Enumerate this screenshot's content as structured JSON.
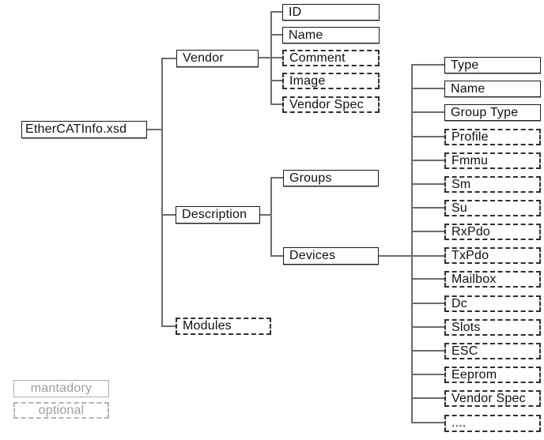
{
  "diagram": {
    "title_implicit": "EtherCATInfo.xsd schema overview",
    "root": {
      "label": "EtherCATInfo.xsd",
      "variant": "mandatory"
    },
    "vendor": {
      "label": "Vendor",
      "variant": "mandatory",
      "children": [
        {
          "label": "ID",
          "variant": "mandatory"
        },
        {
          "label": "Name",
          "variant": "mandatory"
        },
        {
          "label": "Comment",
          "variant": "optional"
        },
        {
          "label": "Image",
          "variant": "optional"
        },
        {
          "label": "Vendor Spec",
          "variant": "optional"
        }
      ]
    },
    "description": {
      "label": "Description",
      "variant": "mandatory",
      "children": [
        {
          "label": "Groups",
          "variant": "mandatory"
        },
        {
          "label": "Devices",
          "variant": "mandatory"
        }
      ]
    },
    "modules": {
      "label": "Modules",
      "variant": "optional"
    },
    "devices_children": [
      {
        "label": "Type",
        "variant": "mandatory"
      },
      {
        "label": "Name",
        "variant": "mandatory"
      },
      {
        "label": "Group Type",
        "variant": "mandatory"
      },
      {
        "label": "Profile",
        "variant": "optional"
      },
      {
        "label": "Fmmu",
        "variant": "optional"
      },
      {
        "label": "Sm",
        "variant": "optional"
      },
      {
        "label": "Su",
        "variant": "optional"
      },
      {
        "label": "RxPdo",
        "variant": "optional"
      },
      {
        "label": "TxPdo",
        "variant": "optional"
      },
      {
        "label": "Mailbox",
        "variant": "optional"
      },
      {
        "label": "Dc",
        "variant": "optional"
      },
      {
        "label": "Slots",
        "variant": "optional"
      },
      {
        "label": "ESC",
        "variant": "optional"
      },
      {
        "label": "Eeprom",
        "variant": "optional"
      },
      {
        "label": "Vendor Spec",
        "variant": "optional"
      },
      {
        "label": "....",
        "variant": "optional"
      }
    ],
    "legend": {
      "mandatory_label": "mantadory",
      "optional_label": "optional"
    },
    "colors": {
      "background": "#ffffff",
      "box_border": "#1a1a1a",
      "connector": "#6b6b6b",
      "legend_gray": "#9e9e9e"
    }
  }
}
